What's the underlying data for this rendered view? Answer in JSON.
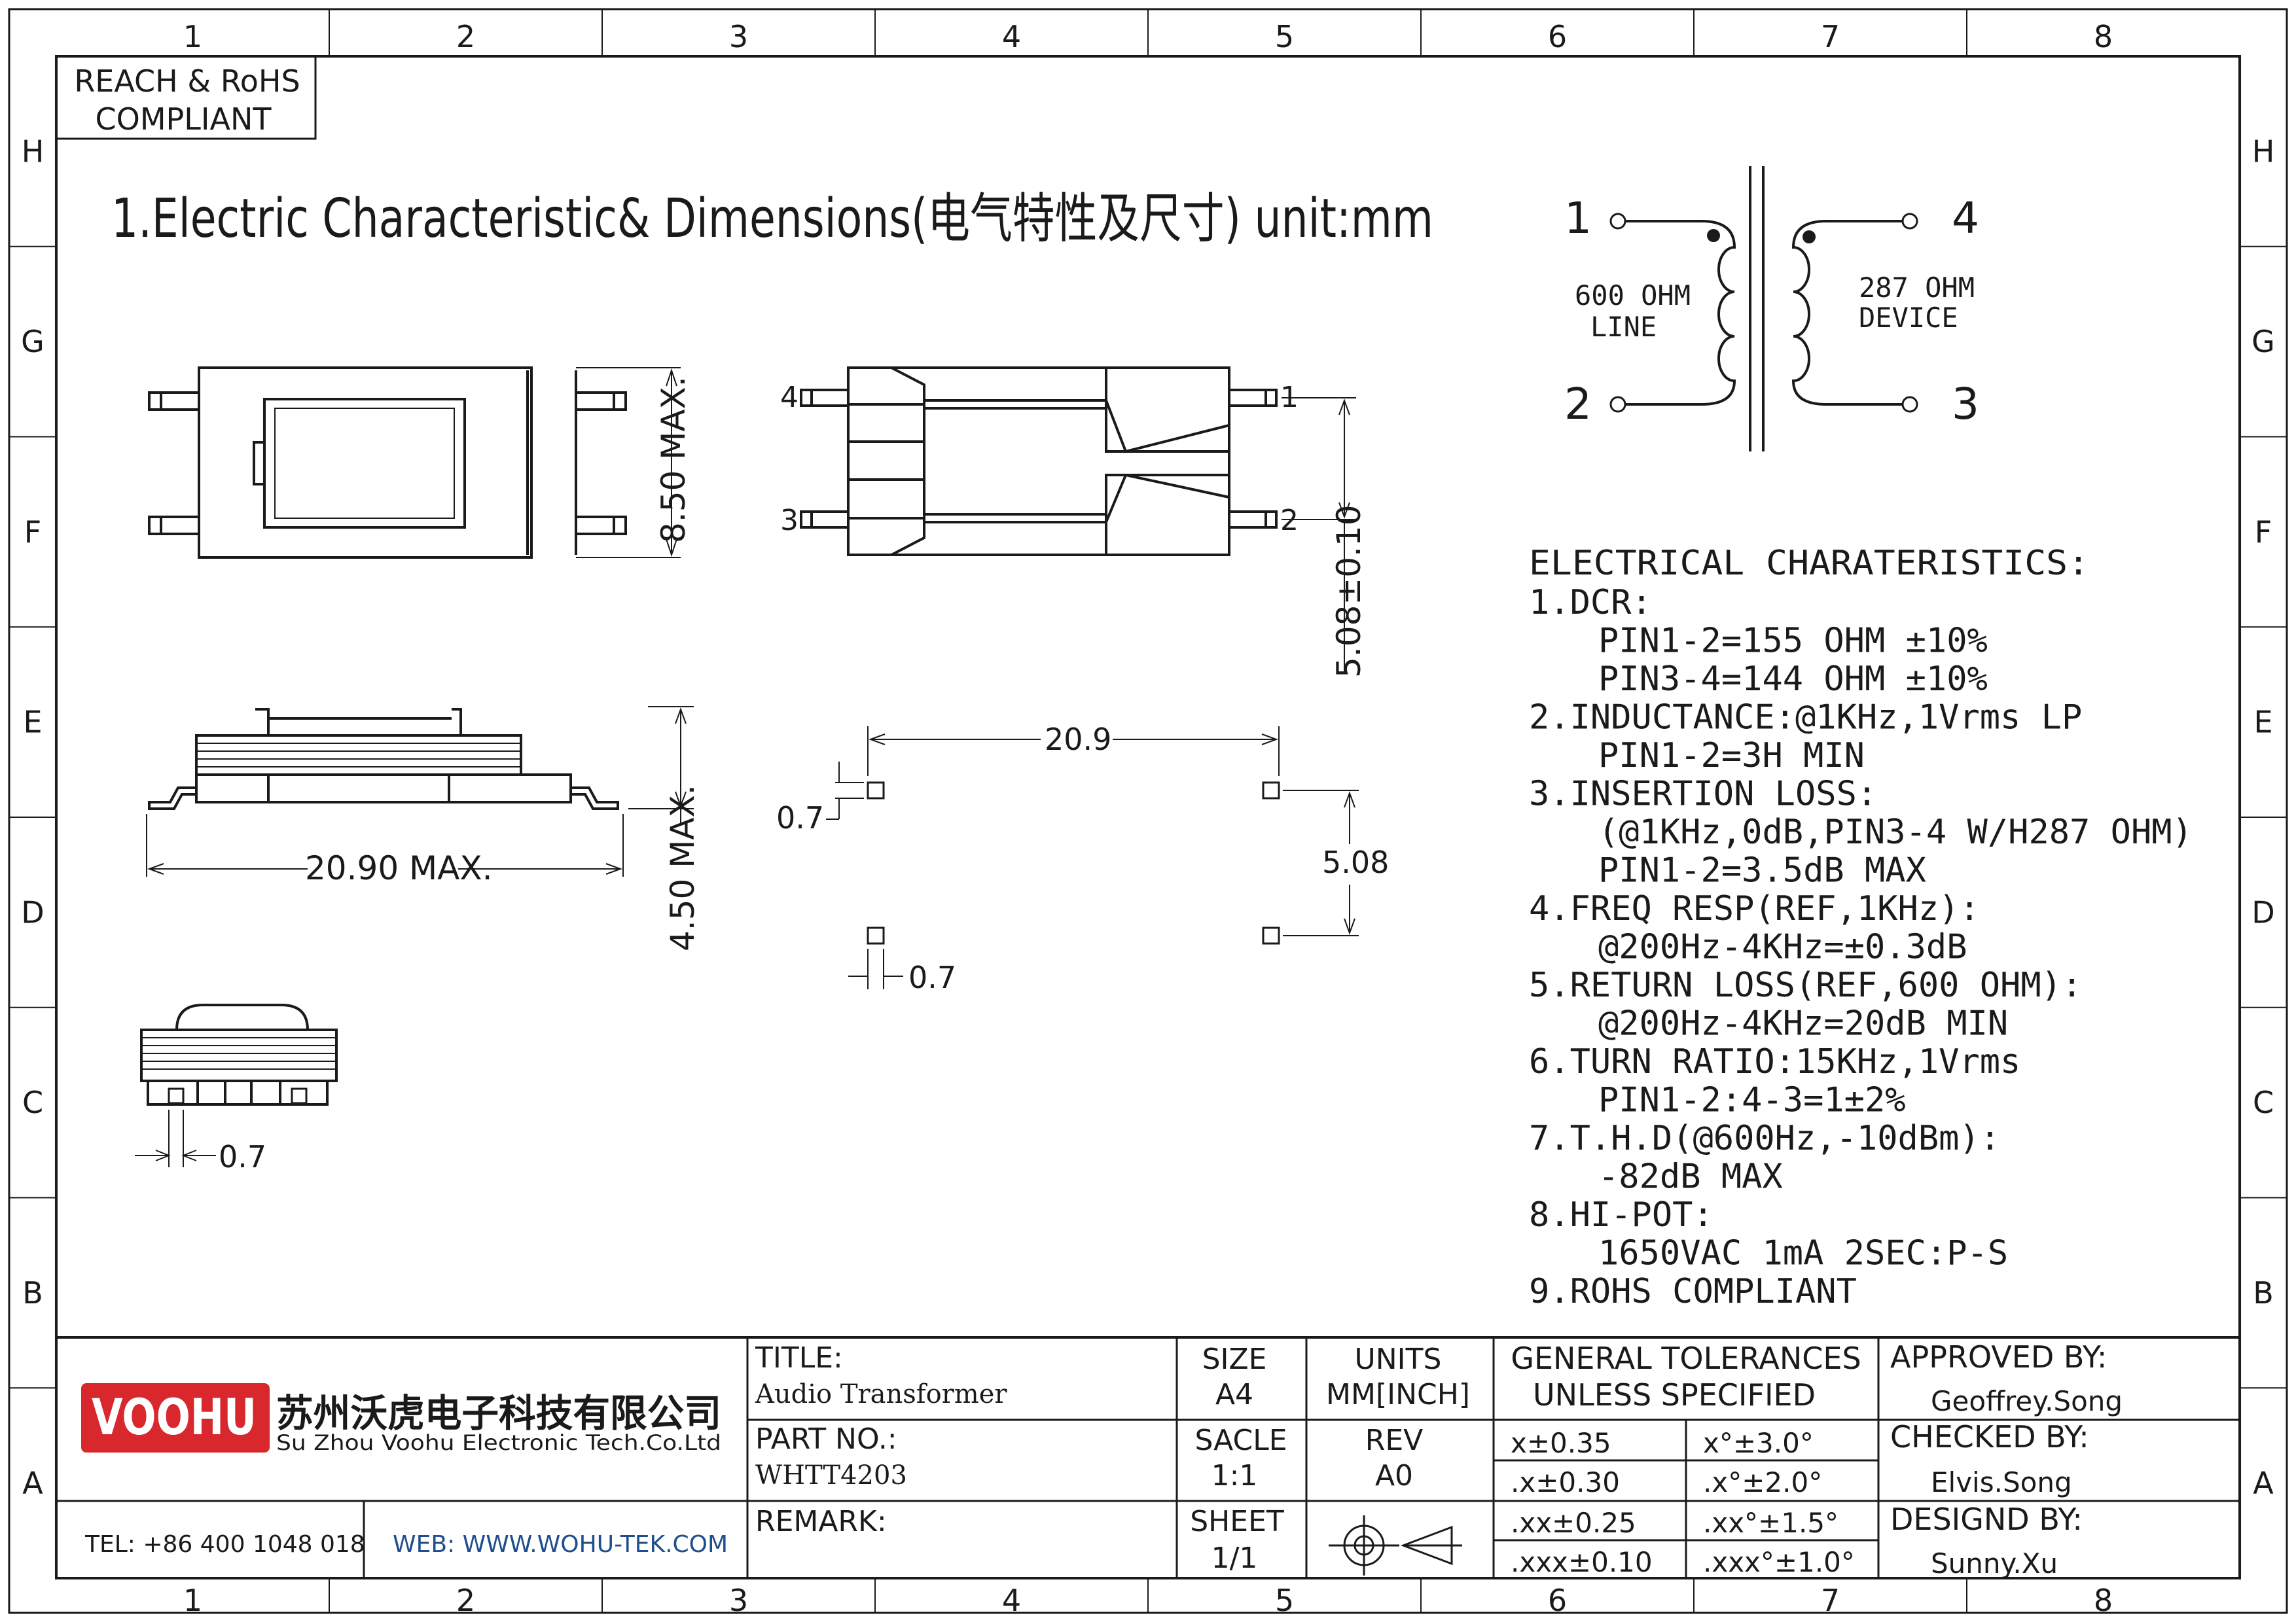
{
  "border": {
    "columns": [
      "1",
      "2",
      "3",
      "4",
      "5",
      "6",
      "7",
      "8"
    ],
    "rows": [
      "H",
      "G",
      "F",
      "E",
      "D",
      "C",
      "B",
      "A"
    ]
  },
  "compliance_box": {
    "line1": "REACH & RoHS",
    "line2": "COMPLIANT"
  },
  "heading": "1.Electric Characteristic& Dimensions(电气特性及尺寸) unit:mm",
  "schematic": {
    "pins": [
      "1",
      "2",
      "3",
      "4"
    ],
    "primary": {
      "line1": "600 OHM",
      "line2": "LINE"
    },
    "secondary": {
      "line1": "287 OHM",
      "line2": "DEVICE"
    }
  },
  "dimensions": {
    "height_top": "8.50 MAX.",
    "pin_pitch": "5.08±0.10",
    "length": "20.90 MAX.",
    "height_side": "4.50 MAX.",
    "pad_span": "20.9",
    "pad_size_a": "0.7",
    "pad_pitch": "5.08",
    "pad_size_b": "0.7",
    "pad_size_c": "0.7",
    "front_pins": [
      "4",
      "3",
      "1",
      "2"
    ]
  },
  "electrical": {
    "title": "ELECTRICAL CHARATERISTICS:",
    "lines": [
      {
        "text": "1.DCR:",
        "indent": false
      },
      {
        "text": "PIN1-2=155 OHM ±10%",
        "indent": true
      },
      {
        "text": "PIN3-4=144 OHM ±10%",
        "indent": true
      },
      {
        "text": "2.INDUCTANCE:@1KHz,1Vrms LP",
        "indent": false
      },
      {
        "text": "PIN1-2=3H MIN",
        "indent": true
      },
      {
        "text": "3.INSERTION LOSS:",
        "indent": false
      },
      {
        "text": "(@1KHz,0dB,PIN3-4 W/H287 OHM)",
        "indent": true
      },
      {
        "text": "PIN1-2=3.5dB MAX",
        "indent": true
      },
      {
        "text": "4.FREQ RESP(REF,1KHz):",
        "indent": false
      },
      {
        "text": "@200Hz-4KHz=±0.3dB",
        "indent": true
      },
      {
        "text": "5.RETURN LOSS(REF,600 OHM):",
        "indent": false
      },
      {
        "text": "@200Hz-4KHz=20dB MIN",
        "indent": true
      },
      {
        "text": "6.TURN RATIO:15KHz,1Vrms",
        "indent": false
      },
      {
        "text": "PIN1-2:4-3=1±2%",
        "indent": true
      },
      {
        "text": "7.T.H.D(@600Hz,-10dBm):",
        "indent": false
      },
      {
        "text": "-82dB MAX",
        "indent": true
      },
      {
        "text": "8.HI-POT:",
        "indent": false
      },
      {
        "text": "1650VAC 1mA 2SEC:P-S",
        "indent": true
      },
      {
        "text": "9.ROHS COMPLIANT",
        "indent": false
      }
    ]
  },
  "title_block": {
    "logo": "VOOHU",
    "company_cn": "苏州沃虎电子科技有限公司",
    "company_en": "Su Zhou Voohu Electronic Tech.Co.Ltd",
    "tel": "TEL: +86 400 1048 018",
    "web": "WEB: WWW.WOHU-TEK.COM",
    "title_label": "TITLE:",
    "title_value": "Audio Transformer",
    "part_label": "PART NO.:",
    "part_value": "WHTT4203",
    "remark_label": "REMARK:",
    "size_label": "SIZE",
    "size_value": "A4",
    "units_label": "UNITS",
    "units_value": "MM[INCH]",
    "scale_label": "SACLE",
    "scale_value": "1:1",
    "rev_label": "REV",
    "rev_value": "A0",
    "sheet_label": "SHEET",
    "sheet_value": "1/1",
    "tol_title1": "GENERAL TOLERANCES",
    "tol_title2": "UNLESS SPECIFIED",
    "tolerances": [
      {
        "linear": "x±0.35",
        "angular": "x°±3.0°"
      },
      {
        "linear": ".x±0.30",
        "angular": ".x°±2.0°"
      },
      {
        "linear": ".xx±0.25",
        "angular": ".xx°±1.5°"
      },
      {
        "linear": ".xxx±0.10",
        "angular": ".xxx°±1.0°"
      }
    ],
    "approved_label": "APPROVED BY:",
    "approved_value": "Geoffrey.Song",
    "checked_label": "CHECKED BY:",
    "checked_value": "Elvis.Song",
    "designed_label": "DESIGND BY:",
    "designed_value": "Sunny.Xu"
  },
  "colors": {
    "line": "#1a1a1a",
    "logo_red": "#d8282d",
    "web_blue": "#1f4e8c"
  }
}
